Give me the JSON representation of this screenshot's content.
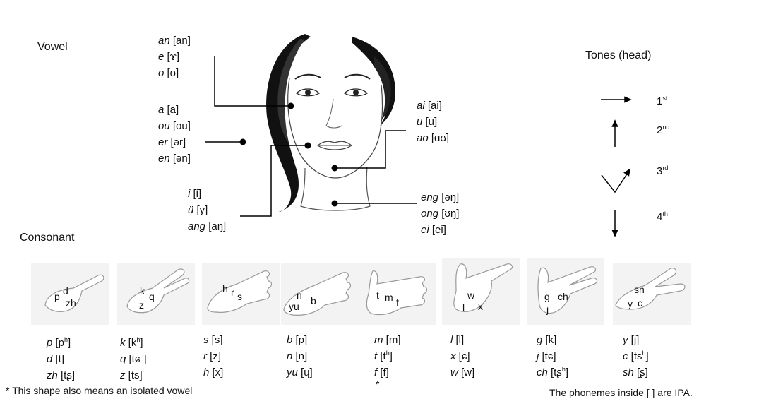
{
  "headings": {
    "vowel": "Vowel",
    "consonant": "Consonant",
    "tones": "Tones (head)"
  },
  "vowel_groups": [
    {
      "items": [
        {
          "py": "an",
          "ipa": "[an]"
        },
        {
          "py": "e",
          "ipa": "[ɤ]"
        },
        {
          "py": "o",
          "ipa": "[o]"
        }
      ]
    },
    {
      "items": [
        {
          "py": "a",
          "ipa": "[a]"
        },
        {
          "py": "ou",
          "ipa": "[ou]"
        },
        {
          "py": "er",
          "ipa": "[ər]"
        },
        {
          "py": "en",
          "ipa": "[ən]"
        }
      ]
    },
    {
      "items": [
        {
          "py": "i",
          "ipa": "[i]"
        },
        {
          "py": "ü",
          "ipa": "[y]"
        },
        {
          "py": "ang",
          "ipa": "[aŋ]"
        }
      ]
    },
    {
      "items": [
        {
          "py": "ai",
          "ipa": "[ai]"
        },
        {
          "py": "u",
          "ipa": "[u]"
        },
        {
          "py": "ao",
          "ipa": "[ɑʊ]"
        }
      ]
    },
    {
      "items": [
        {
          "py": "eng",
          "ipa": "[əŋ]"
        },
        {
          "py": "ong",
          "ipa": "[ʊŋ]"
        },
        {
          "py": "ei",
          "ipa": "[ei]"
        }
      ]
    }
  ],
  "tones": [
    {
      "base": "1",
      "sup": "st",
      "arrow": "right-arrow"
    },
    {
      "base": "2",
      "sup": "nd",
      "arrow": "up-arrow"
    },
    {
      "base": "3",
      "sup": "rd",
      "arrow": "dip-arrow"
    },
    {
      "base": "4",
      "sup": "th",
      "arrow": "down-arrow"
    }
  ],
  "hands": [
    {
      "letters": [
        "p",
        "d",
        "zh"
      ]
    },
    {
      "letters": [
        "k",
        "z",
        "q"
      ]
    },
    {
      "letters": [
        "h",
        "r",
        "s"
      ]
    },
    {
      "letters": [
        "n",
        "yu",
        "b"
      ]
    },
    {
      "letters": [
        "t",
        "m",
        "f"
      ]
    },
    {
      "letters": [
        "w",
        "l",
        "x"
      ]
    },
    {
      "letters": [
        "g",
        "ch",
        "j"
      ]
    },
    {
      "letters": [
        "sh",
        "y",
        "c"
      ]
    }
  ],
  "consonant_groups": [
    {
      "items": [
        {
          "py": "p",
          "ipa": "[p",
          "sup": "h",
          "end": "]"
        },
        {
          "py": "d",
          "ipa": "[t]"
        },
        {
          "py": "zh",
          "ipa": "[tʂ]"
        }
      ]
    },
    {
      "items": [
        {
          "py": "k",
          "ipa": "[k",
          "sup": "h",
          "end": "]"
        },
        {
          "py": "q",
          "ipa": "[tɕ",
          "sup": "h",
          "end": "]"
        },
        {
          "py": "z",
          "ipa": "[ts]"
        }
      ]
    },
    {
      "items": [
        {
          "py": "s",
          "ipa": "[s]"
        },
        {
          "py": "r",
          "ipa": "[z]"
        },
        {
          "py": "h",
          "ipa": "[x]"
        }
      ]
    },
    {
      "items": [
        {
          "py": "b",
          "ipa": "[p]"
        },
        {
          "py": "n",
          "ipa": "[n]"
        },
        {
          "py": "yu",
          "ipa": "[ɥ]"
        }
      ]
    },
    {
      "items": [
        {
          "py": "m",
          "ipa": "[m]"
        },
        {
          "py": "t",
          "ipa": "[t",
          "sup": "h",
          "end": "]"
        },
        {
          "py": "f",
          "ipa": "[f]"
        }
      ]
    },
    {
      "items": [
        {
          "py": "l",
          "ipa": "[l]"
        },
        {
          "py": "x",
          "ipa": "[ɕ]"
        },
        {
          "py": "w",
          "ipa": "[w]"
        }
      ]
    },
    {
      "items": [
        {
          "py": "g",
          "ipa": "[k]"
        },
        {
          "py": "j",
          "ipa": "[tɕ]"
        },
        {
          "py": "ch",
          "ipa": "[tʂ",
          "sup": "h",
          "end": "]"
        }
      ]
    },
    {
      "items": [
        {
          "py": "y",
          "ipa": "[j]"
        },
        {
          "py": "c",
          "ipa": "[ts",
          "sup": "h",
          "end": "]"
        },
        {
          "py": "sh",
          "ipa": "[ʂ]"
        }
      ]
    }
  ],
  "asterisk": "*",
  "footnote": "*  This shape also means an isolated vowel",
  "ipa_note": "The phonemes inside [ ] are IPA."
}
